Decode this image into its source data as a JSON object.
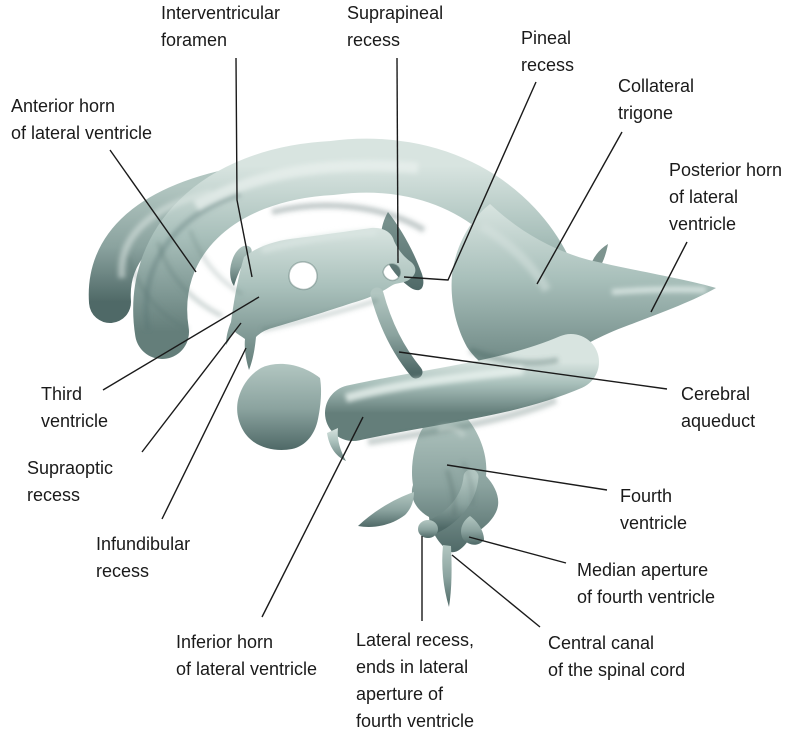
{
  "figure": {
    "ink": "#1a1a1a",
    "background": "#ffffff",
    "palette": {
      "highlight": "#eaf2ef",
      "light": "#d8e4e0",
      "mid": "#a9c0bb",
      "base": "#8ba39f",
      "muted": "#b2c6c1",
      "dark": "#7e9793",
      "deep": "#647e7a",
      "shadow": "#4f6967"
    }
  },
  "labels": [
    {
      "id": "anterior-horn",
      "text": "Anterior horn\nof lateral ventricle"
    },
    {
      "id": "interventricular-foramen",
      "text": "Interventricular\nforamen"
    },
    {
      "id": "suprapineal-recess",
      "text": "Suprapineal\nrecess"
    },
    {
      "id": "pineal-recess",
      "text": "Pineal\nrecess"
    },
    {
      "id": "collateral-trigone",
      "text": "Collateral\ntrigone"
    },
    {
      "id": "posterior-horn",
      "text": "Posterior horn\nof lateral\nventricle"
    },
    {
      "id": "third-ventricle",
      "text": "Third\nventricle"
    },
    {
      "id": "supraoptic-recess",
      "text": "Supraoptic\nrecess"
    },
    {
      "id": "infundibular-recess",
      "text": "Infundibular\nrecess"
    },
    {
      "id": "inferior-horn",
      "text": "Inferior horn\nof lateral ventricle"
    },
    {
      "id": "lateral-recess",
      "text": "Lateral recess,\nends in lateral\naperture of\nfourth ventricle"
    },
    {
      "id": "cerebral-aqueduct",
      "text": "Cerebral\naqueduct"
    },
    {
      "id": "fourth-ventricle",
      "text": "Fourth\nventricle"
    },
    {
      "id": "median-aperture",
      "text": "Median aperture\nof fourth ventricle"
    },
    {
      "id": "central-canal",
      "text": "Central canal\nof the spinal cord"
    }
  ]
}
